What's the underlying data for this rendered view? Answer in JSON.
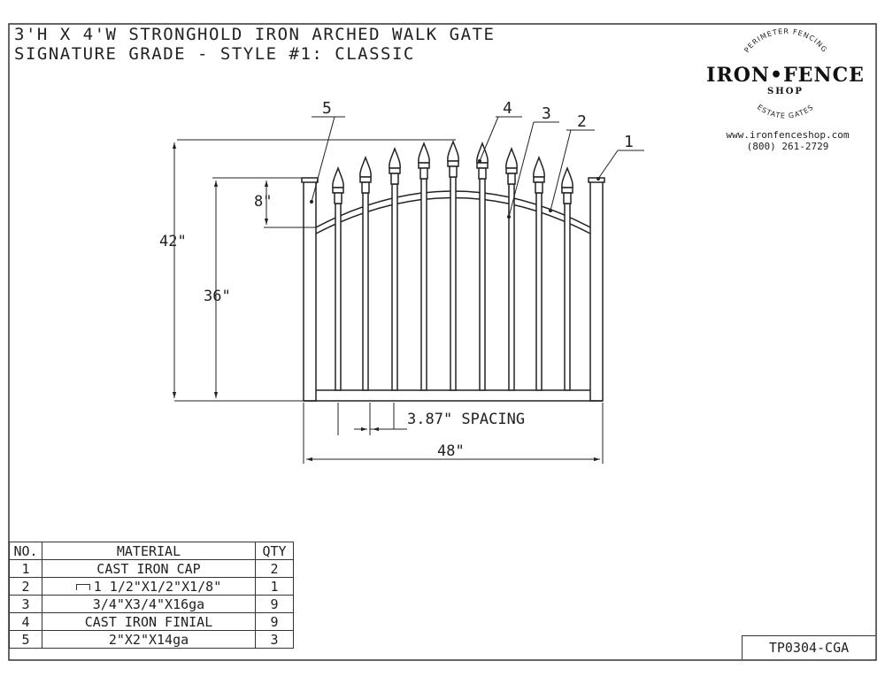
{
  "title": {
    "line1": "3'H X 4'W STRONGHOLD IRON ARCHED WALK GATE",
    "line2": "SIGNATURE GRADE - STYLE #1: CLASSIC"
  },
  "logo": {
    "top_arc": "PERIMETER FENCING",
    "main": "IRON•FENCE",
    "sub": "SHOP",
    "bottom_arc": "ESTATE GATES"
  },
  "contact": {
    "website": "www.ironfenceshop.com",
    "phone": "(800) 261-2729"
  },
  "dimensions": {
    "overall_height": "42\"",
    "frame_height": "36\"",
    "arch_rise": "8\"",
    "picket_spacing": "3.87\" SPACING",
    "width": "48\""
  },
  "callouts": [
    "1",
    "2",
    "3",
    "4",
    "5"
  ],
  "bom": {
    "headers": [
      "NO.",
      "MATERIAL",
      "QTY"
    ],
    "rows": [
      {
        "no": "1",
        "material": "CAST IRON CAP",
        "qty": "2"
      },
      {
        "no": "2",
        "material": "1 1/2\"X1/2\"X1/8\"",
        "qty": "1"
      },
      {
        "no": "3",
        "material": "3/4\"X3/4\"X16ga",
        "qty": "9"
      },
      {
        "no": "4",
        "material": "CAST IRON FINIAL",
        "qty": "9"
      },
      {
        "no": "5",
        "material": "2\"X2\"X14ga",
        "qty": "3"
      }
    ]
  },
  "drawing_number": "TP0304-CGA",
  "colors": {
    "line": "#222222",
    "background": "#ffffff"
  }
}
